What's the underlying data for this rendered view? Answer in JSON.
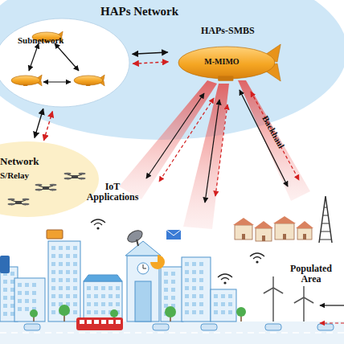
{
  "diagram": {
    "nodes": [
      {
        "text": [
          "HAPs Network"
        ]
      },
      {
        "text": [
          "Subnetwork"
        ],
        "in": 0
      },
      {
        "text": [
          "HAPs-SMBS",
          "M-MIMO"
        ],
        "in": 0
      },
      {
        "text": [
          "Network",
          "S/Relay"
        ]
      }
    ],
    "edges": [
      {
        "from": 1,
        "to": 2,
        "arrow": "both"
      },
      {
        "from": 1,
        "to": 2,
        "arrow": "both"
      },
      {
        "from": 3,
        "to": 1,
        "arrow": "both"
      },
      {
        "from": 3,
        "to": 1,
        "arrow": "both"
      }
    ],
    "labels": [
      "IoT Applications",
      "Backhaul",
      "Populated Area"
    ]
  }
}
